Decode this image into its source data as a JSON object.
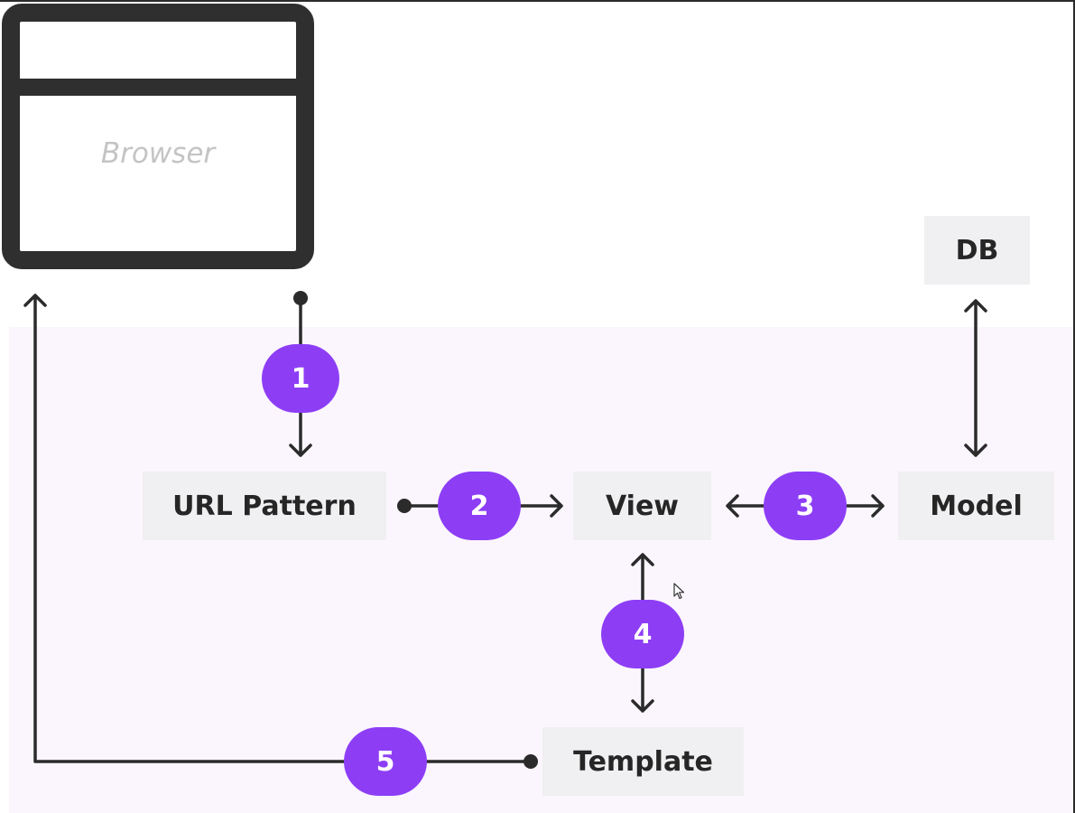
{
  "browser": {
    "label": "Browser"
  },
  "nodes": {
    "url_pattern": "URL Pattern",
    "view": "View",
    "model": "Model",
    "db": "DB",
    "template": "Template"
  },
  "steps": [
    "1",
    "2",
    "3",
    "4",
    "5"
  ],
  "colors": {
    "badge": "#8d3ef5",
    "node_bg": "#f0eff1",
    "region_bg": "#fbf6fe",
    "line": "#2b2b2b"
  }
}
